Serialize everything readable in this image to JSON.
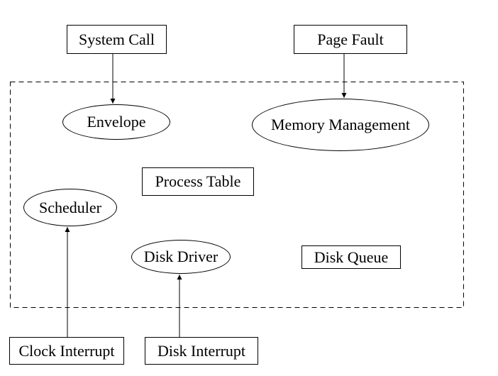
{
  "canvas": {
    "background_color": "#ffffff",
    "line_color": "#000000"
  },
  "kernel_boundary": {
    "style": "dashed-rectangle",
    "label": ""
  },
  "nodes": {
    "system_call": {
      "label": "System Call",
      "shape": "rect"
    },
    "page_fault": {
      "label": "Page Fault",
      "shape": "rect"
    },
    "envelope": {
      "label": "Envelope",
      "shape": "ellipse"
    },
    "memory_management": {
      "label": "Memory Management",
      "shape": "ellipse"
    },
    "process_table": {
      "label": "Process Table",
      "shape": "rect"
    },
    "scheduler": {
      "label": "Scheduler",
      "shape": "ellipse"
    },
    "disk_driver": {
      "label": "Disk Driver",
      "shape": "ellipse"
    },
    "disk_queue": {
      "label": "Disk Queue",
      "shape": "rect"
    },
    "clock_interrupt": {
      "label": "Clock Interrupt",
      "shape": "rect"
    },
    "disk_interrupt": {
      "label": "Disk Interrupt",
      "shape": "rect"
    }
  },
  "edges": [
    {
      "from": "system_call",
      "to": "envelope",
      "arrow": "down"
    },
    {
      "from": "page_fault",
      "to": "memory_management",
      "arrow": "down"
    },
    {
      "from": "clock_interrupt",
      "to": "scheduler",
      "arrow": "up"
    },
    {
      "from": "disk_interrupt",
      "to": "disk_driver",
      "arrow": "up"
    }
  ]
}
